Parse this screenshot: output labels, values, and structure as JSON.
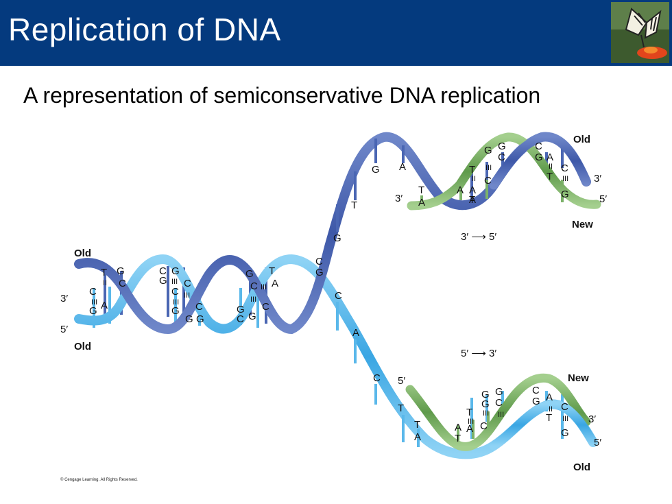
{
  "slide": {
    "title": "Replication of DNA",
    "subtitle": "A representation of semiconservative DNA replication",
    "copyright": "© Cengage Learning. All Rights Reserved.",
    "photo_icon": "butterfly-photo"
  },
  "labels": {
    "old": "Old",
    "new": "New",
    "three_prime": "3′",
    "five_prime": "5′",
    "dir_top": "3′ ⟶ 5′",
    "dir_bottom": "5′ ⟶ 3′"
  },
  "colors": {
    "header_bg": "#043a7e",
    "strand_dark": "#4a66b3",
    "strand_light": "#5ab8ea",
    "strand_new": "#7cb26a"
  }
}
